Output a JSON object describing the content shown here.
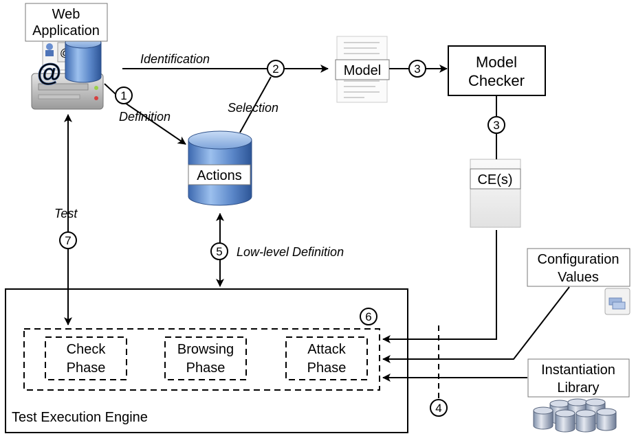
{
  "nodes": {
    "web_application": {
      "line1": "Web",
      "line2": "Application"
    },
    "actions": "Actions",
    "model": "Model",
    "model_checker": {
      "line1": "Model",
      "line2": "Checker"
    },
    "counterexamples": "CE(s)",
    "configuration_values": {
      "line1": "Configuration",
      "line2": "Values"
    },
    "instantiation_library": {
      "line1": "Instantiation",
      "line2": "Library"
    },
    "test_execution_engine": "Test Execution Engine",
    "check_phase": {
      "line1": "Check",
      "line2": "Phase"
    },
    "browsing_phase": {
      "line1": "Browsing",
      "line2": "Phase"
    },
    "attack_phase": {
      "line1": "Attack",
      "line2": "Phase"
    }
  },
  "edges": {
    "identification": "Identification",
    "definition": "Definition",
    "selection": "Selection",
    "test": "Test",
    "low_level_definition": "Low-level Definition"
  },
  "steps": {
    "s1": "1",
    "s2": "2",
    "s3a": "3",
    "s3b": "3",
    "s4": "4",
    "s5": "5",
    "s6": "6",
    "s7": "7"
  }
}
